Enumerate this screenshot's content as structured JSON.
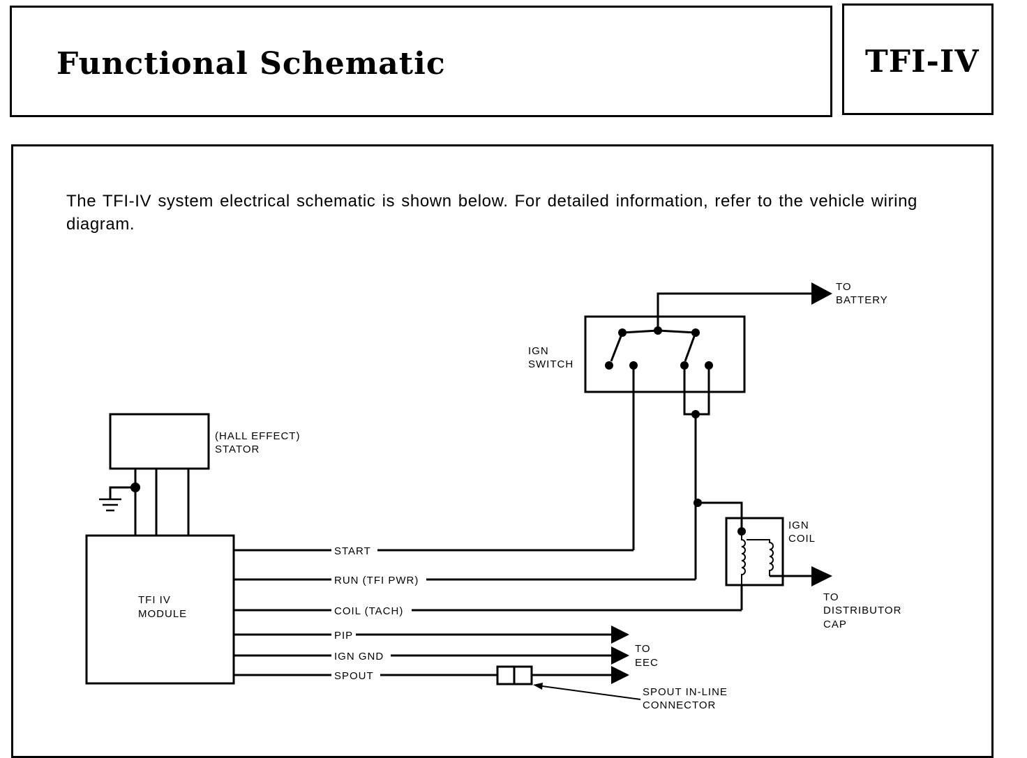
{
  "header": {
    "title": "Functional Schematic",
    "code": "TFI-IV"
  },
  "intro": {
    "text": "The TFI-IV system electrical schematic is shown below. For detailed information, refer to the vehicle wiring diagram."
  },
  "diagram": {
    "battery_label": [
      "TO",
      "BATTERY"
    ],
    "ign_switch_label": [
      "IGN",
      "SWITCH"
    ],
    "stator_label": [
      "(HALL EFFECT)",
      "STATOR"
    ],
    "module_label": [
      "TFI IV",
      "MODULE"
    ],
    "coil_label": [
      "IGN",
      "COIL"
    ],
    "distributor_label": [
      "TO",
      "DISTRIBUTOR",
      "CAP"
    ],
    "eec_label": [
      "TO",
      "EEC"
    ],
    "connector_label": [
      "SPOUT IN-LINE",
      "CONNECTOR"
    ],
    "wires": {
      "start": "START",
      "run": "RUN (TFI PWR)",
      "coil": "COIL (TACH)",
      "pip": "PIP",
      "ign_gnd": "IGN GND",
      "spout": "SPOUT"
    }
  }
}
